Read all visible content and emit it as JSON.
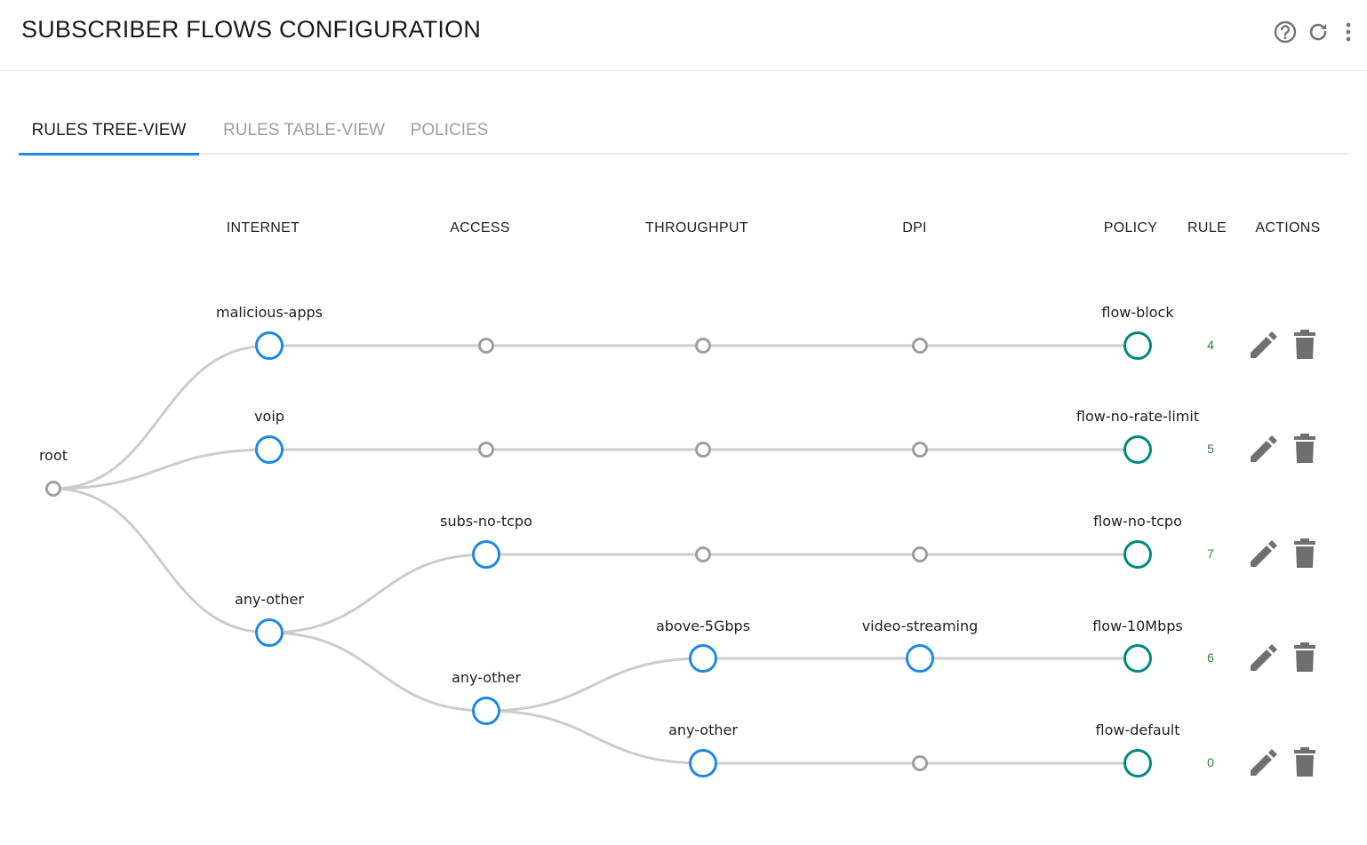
{
  "header": {
    "title": "SUBSCRIBER FLOWS CONFIGURATION"
  },
  "tabs": [
    {
      "label": "RULES TREE-VIEW",
      "active": true
    },
    {
      "label": "RULES TABLE-VIEW",
      "active": false
    },
    {
      "label": "POLICIES",
      "active": false
    }
  ],
  "columns": {
    "internet": "INTERNET",
    "access": "ACCESS",
    "throughput": "THROUGHPUT",
    "dpi": "DPI",
    "policy": "POLICY",
    "rule": "RULE",
    "actions": "ACTIONS"
  },
  "colors": {
    "accent": "#1e88e5",
    "policy_node": "#00897b",
    "empty_node": "#9e9e9e",
    "link": "#cccccc",
    "rule_text": "#2e7d32",
    "action_icon": "#6f6f6f"
  },
  "tree": {
    "root": "root",
    "internet": [
      "malicious-apps",
      "voip",
      "any-other"
    ],
    "access": [
      "subs-no-tcpo",
      "any-other"
    ],
    "throughput": [
      "above-5Gbps",
      "any-other"
    ],
    "dpi": [
      "video-streaming"
    ]
  },
  "rules": [
    {
      "policy": "flow-block",
      "rule": "4",
      "edit_icon": "pencil-icon",
      "delete_icon": "trash-icon"
    },
    {
      "policy": "flow-no-rate-limit",
      "rule": "5",
      "edit_icon": "pencil-icon",
      "delete_icon": "trash-icon"
    },
    {
      "policy": "flow-no-tcpo",
      "rule": "7",
      "edit_icon": "pencil-icon",
      "delete_icon": "trash-icon"
    },
    {
      "policy": "flow-10Mbps",
      "rule": "6",
      "edit_icon": "pencil-icon",
      "delete_icon": "trash-icon"
    },
    {
      "policy": "flow-default",
      "rule": "0",
      "edit_icon": "pencil-icon",
      "delete_icon": "trash-icon"
    }
  ]
}
